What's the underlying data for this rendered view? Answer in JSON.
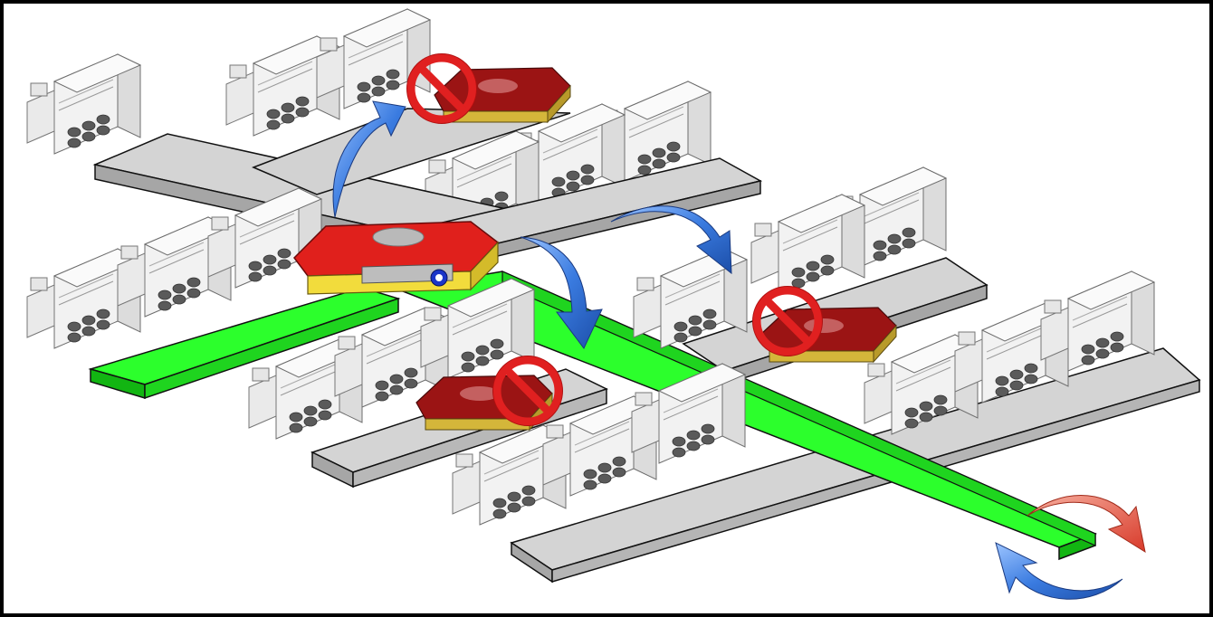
{
  "figure": {
    "description_labels": [],
    "elements": {
      "machines": "production-machine",
      "vehicles": "agv-vehicle",
      "blocked": "prohibited-sign",
      "arrows_move": "blue-curved-arrow",
      "arrow_return": "red-curved-arrow"
    }
  },
  "colors": {
    "frame": "#000000",
    "aisle_gray_top": "#d4d4d4",
    "aisle_gray_side": "#a6a6a6",
    "aisle_green_top": "#2cff2c",
    "aisle_green_side": "#12b512",
    "agv_red": "#e0201c",
    "agv_dark_red": "#8c1010",
    "agv_yellow": "#f2dc3c",
    "arrow_blue": "#2f6fd6",
    "arrow_red": "#e05040",
    "prohibit_red": "#e02020"
  }
}
